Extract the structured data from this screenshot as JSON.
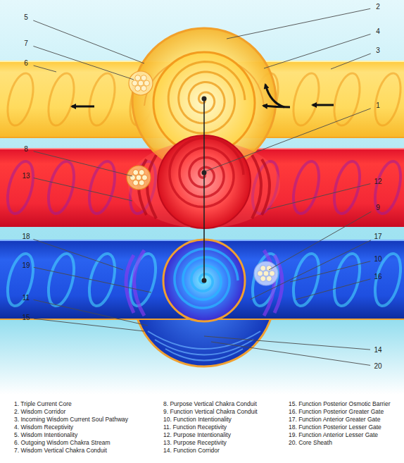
{
  "diagram": {
    "labels": [
      "2",
      "5",
      "4",
      "7",
      "3",
      "6",
      "1",
      "8",
      "13",
      "12",
      "9",
      "17",
      "18",
      "10",
      "19",
      "16",
      "11",
      "15",
      "14",
      "20",
      "1. Triple Current Core",
      "2. Wisdom Corridor",
      "3. Incoming Wisdom Current Soul Pathway",
      "4. Wisdom Receptivity",
      "5. Wisdom Intentionality",
      "6. Outgoing Wisdom Chakra Stream",
      "7. Wisdom Vertical Chakra Conduit",
      "8. Purpose Vertical Chakra Conduit",
      "9. Function Vertical Chakra Conduit",
      "10. Function Intentionality",
      "11. Function Receptivity",
      "12. Purpose Intentionality",
      "13. Purpose Receptivity",
      "14. Function Corridor",
      "15. Function Posterior Osmotic Barrier",
      "16. Function Posterior Greater Gate",
      "17. Function Anterior Greater Gate",
      "18. Function Posterior Lesser Gate",
      "19. Function Anterior Lesser Gate",
      "20. Core Sheath"
    ]
  }
}
